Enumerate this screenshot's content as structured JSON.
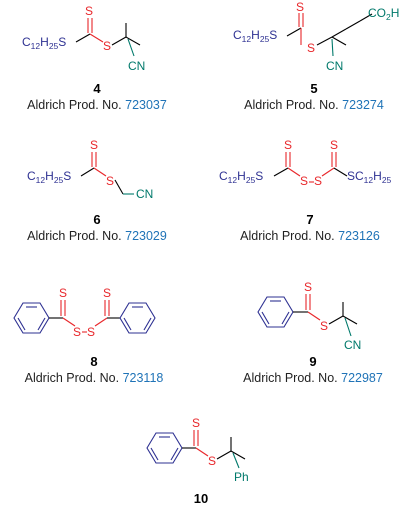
{
  "caption_prefix": "Aldrich Prod. No.",
  "colors": {
    "sulfur_thiocarbonyl": "#e8262a",
    "alkyl_aryl": "#2e3192",
    "leaving_group": "#00796b",
    "product_number": "#1f73b7"
  },
  "compounds": [
    {
      "number": "4",
      "product_no": "723037",
      "labels": {
        "z": "C12H25S",
        "s_double": "S",
        "s_link": "S",
        "cn": "CN"
      }
    },
    {
      "number": "5",
      "product_no": "723274",
      "labels": {
        "z": "C12H25S",
        "s_double": "S",
        "s_link": "S",
        "cn": "CN",
        "acid": "CO2H"
      }
    },
    {
      "number": "6",
      "product_no": "723029",
      "labels": {
        "z": "C12H25S",
        "s_double": "S",
        "s_link": "S",
        "cn": "CN"
      }
    },
    {
      "number": "7",
      "product_no": "723126",
      "labels": {
        "z_left": "C12H25S",
        "z_right": "SC12H25",
        "s_double_left": "S",
        "s_double_right": "S",
        "s_link_left": "S",
        "s_link_right": "S"
      }
    },
    {
      "number": "8",
      "product_no": "723118",
      "labels": {
        "s_double_left": "S",
        "s_double_right": "S",
        "s_link_left": "S",
        "s_link_right": "S"
      }
    },
    {
      "number": "9",
      "product_no": "722987",
      "labels": {
        "s_double": "S",
        "s_link": "S",
        "cn": "CN"
      }
    },
    {
      "number": "10",
      "labels": {
        "s_double": "S",
        "s_link": "S",
        "ph": "Ph"
      }
    }
  ]
}
